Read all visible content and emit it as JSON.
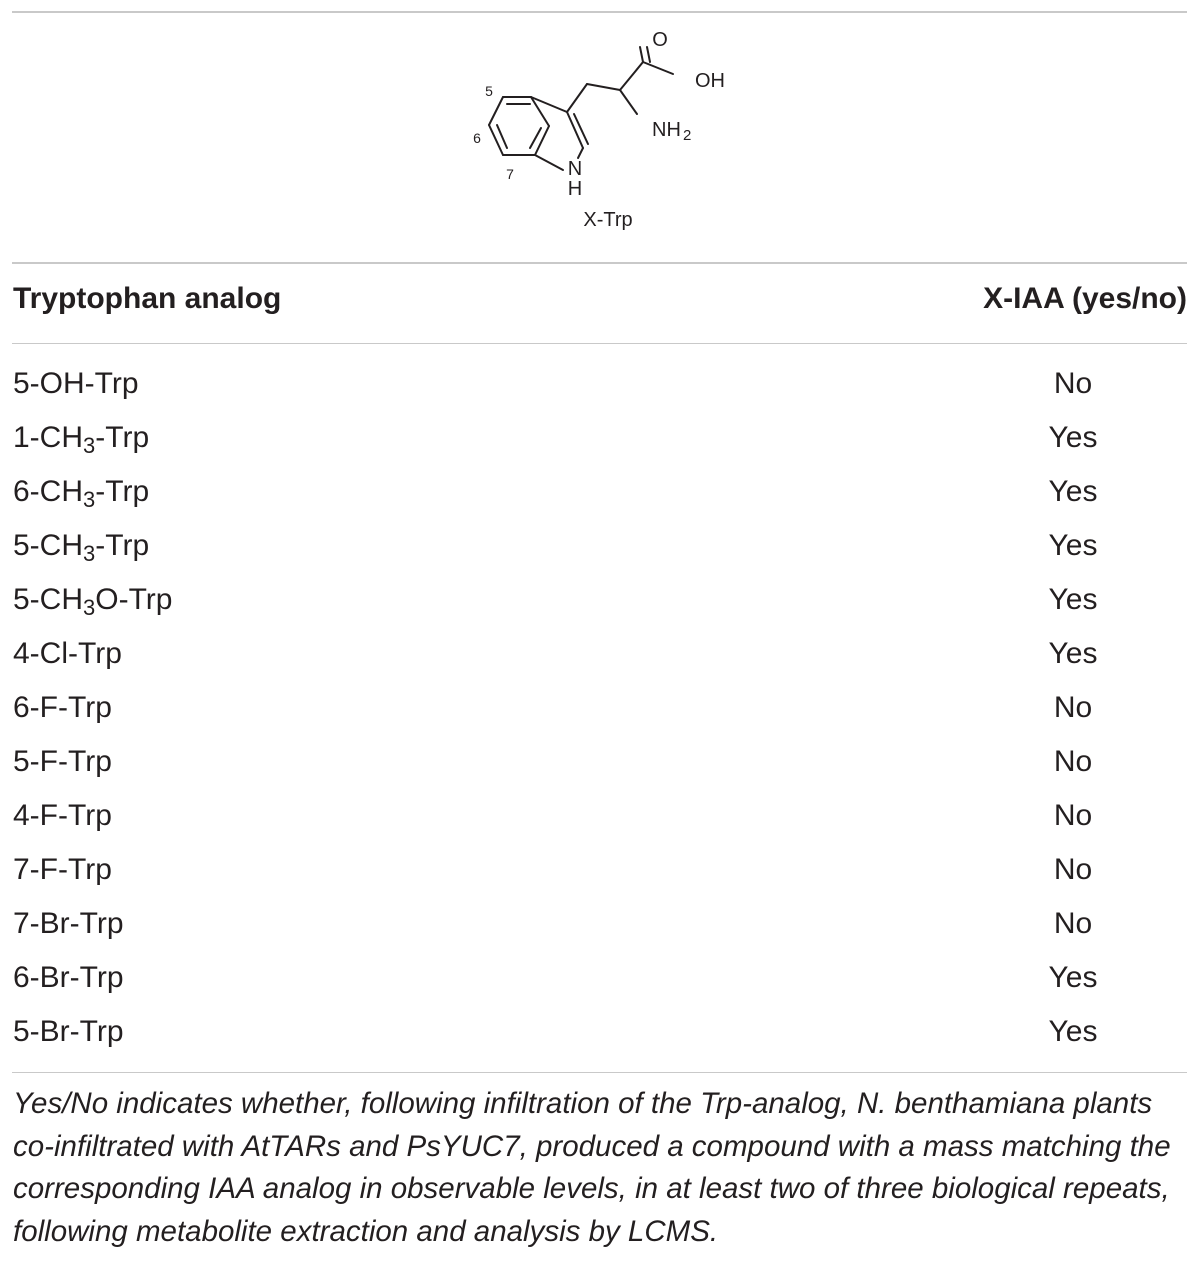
{
  "structure": {
    "label": "X-Trp",
    "atoms": {
      "o": "O",
      "oh": "OH",
      "nh": "NH",
      "nh_sub": "2",
      "n": "N",
      "h": "H",
      "pos5": "5",
      "pos6": "6",
      "pos7": "7"
    }
  },
  "table": {
    "headers": [
      "Tryptophan analog",
      "X-IAA (yes/no)"
    ],
    "rows": [
      {
        "pre": "5-OH-Trp",
        "sub": "",
        "post": "",
        "result": "No"
      },
      {
        "pre": "1-CH",
        "sub": "3",
        "post": "-Trp",
        "result": "Yes"
      },
      {
        "pre": "6-CH",
        "sub": "3",
        "post": "-Trp",
        "result": "Yes"
      },
      {
        "pre": "5-CH",
        "sub": "3",
        "post": "-Trp",
        "result": "Yes"
      },
      {
        "pre": "5-CH",
        "sub": "3",
        "post": "O-Trp",
        "result": "Yes"
      },
      {
        "pre": "4-Cl-Trp",
        "sub": "",
        "post": "",
        "result": "Yes"
      },
      {
        "pre": "6-F-Trp",
        "sub": "",
        "post": "",
        "result": "No"
      },
      {
        "pre": "5-F-Trp",
        "sub": "",
        "post": "",
        "result": "No"
      },
      {
        "pre": "4-F-Trp",
        "sub": "",
        "post": "",
        "result": "No"
      },
      {
        "pre": "7-F-Trp",
        "sub": "",
        "post": "",
        "result": "No"
      },
      {
        "pre": "7-Br-Trp",
        "sub": "",
        "post": "",
        "result": "No"
      },
      {
        "pre": "6-Br-Trp",
        "sub": "",
        "post": "",
        "result": "Yes"
      },
      {
        "pre": "5-Br-Trp",
        "sub": "",
        "post": "",
        "result": "Yes"
      }
    ]
  },
  "footnote": "Yes/No indicates whether, following infiltration of the Trp-analog, N. benthamiana plants co-infiltrated with AtTARs and PsYUC7, produced a compound with a mass matching the corresponding IAA analog in observable levels, in at least two of three biological repeats, following metabolite extraction and analysis by LCMS."
}
